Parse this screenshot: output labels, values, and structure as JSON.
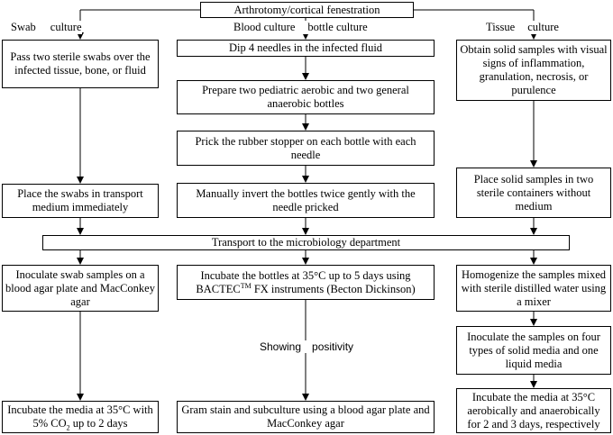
{
  "title": "Arthrotomy/cortical fenestration",
  "columns": {
    "swab": {
      "label_part1": "Swab",
      "label_part2": "culture",
      "step1": "Pass two sterile swabs over the infected tissue, bone, or fluid",
      "step2": "Place the swabs in transport medium immediately",
      "step3": "Inoculate swab samples on a blood agar plate and MacConkey agar",
      "step4_main": "Incubate the media at 35°C with 5% CO",
      "step4_sub": "2",
      "step4_end": " up to 2 days"
    },
    "blood": {
      "label_part1": "Blood culture",
      "label_part2": "bottle culture",
      "step1": "Dip 4 needles in the infected fluid",
      "step2": "Prepare two pediatric aerobic and two general anaerobic bottles",
      "step3": "Prick the rubber stopper on each bottle with each needle",
      "step4": "Manually invert the bottles twice gently with the needle pricked",
      "step5_a": "Incubate the bottles at 35°C up to 5 days using BACTEC",
      "step5_sup": "TM",
      "step5_b": " FX instruments (Becton Dickinson)",
      "showing_part1": "Showing",
      "showing_part2": "positivity",
      "step6": "Gram stain and subculture using a blood agar plate and MacConkey agar"
    },
    "tissue": {
      "label_part1": "Tissue",
      "label_part2": "culture",
      "step1": "Obtain solid samples with visual signs of inflammation, granulation, necrosis, or purulence",
      "step2": "Place solid samples in two sterile containers without medium",
      "step3": "Homogenize the samples mixed with sterile distilled water using a mixer",
      "step4": "Inoculate the samples on four types of solid media and one liquid media",
      "step5": "Incubate the media at 35°C aerobically and anaerobically for 2 and 3 days, respectively"
    }
  },
  "transport": "Transport to the microbiology department",
  "colors": {
    "line": "#000000",
    "box_fill": "#ffffff"
  }
}
